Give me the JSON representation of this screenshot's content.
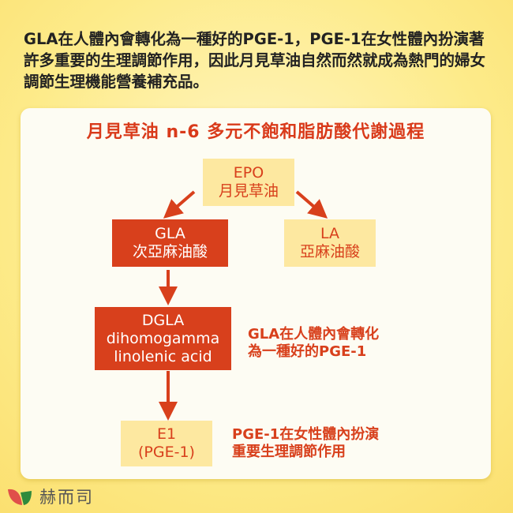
{
  "intro": "GLA在人體內會轉化為一種好的PGE-1，PGE-1在女性體內扮演著許多重要的生理調節作用，因此月見草油自然而然就成為熱門的婦女調節生理機能營養補充品。",
  "title": "月見草油 n-6 多元不飽和脂肪酸代謝過程",
  "nodes": {
    "epo": {
      "l1": "EPO",
      "l2": "月見草油"
    },
    "gla": {
      "l1": "GLA",
      "l2": "次亞麻油酸"
    },
    "la": {
      "l1": "LA",
      "l2": "亞麻油酸"
    },
    "dgla": {
      "l1": "DGLA",
      "l2": "dihomogamma",
      "l3": "linolenic acid"
    },
    "e1": {
      "l1": "E1",
      "l2": "(PGE-1)"
    }
  },
  "notes": {
    "dgla": {
      "l1": "GLA在人體內會轉化",
      "l2": "為一種好的PGE-1"
    },
    "e1": {
      "l1": "PGE-1在女性體內扮演",
      "l2": "重要生理調節作用"
    }
  },
  "brand": "赫而司",
  "colors": {
    "accent": "#d8401c",
    "light": "#fde8a0"
  }
}
